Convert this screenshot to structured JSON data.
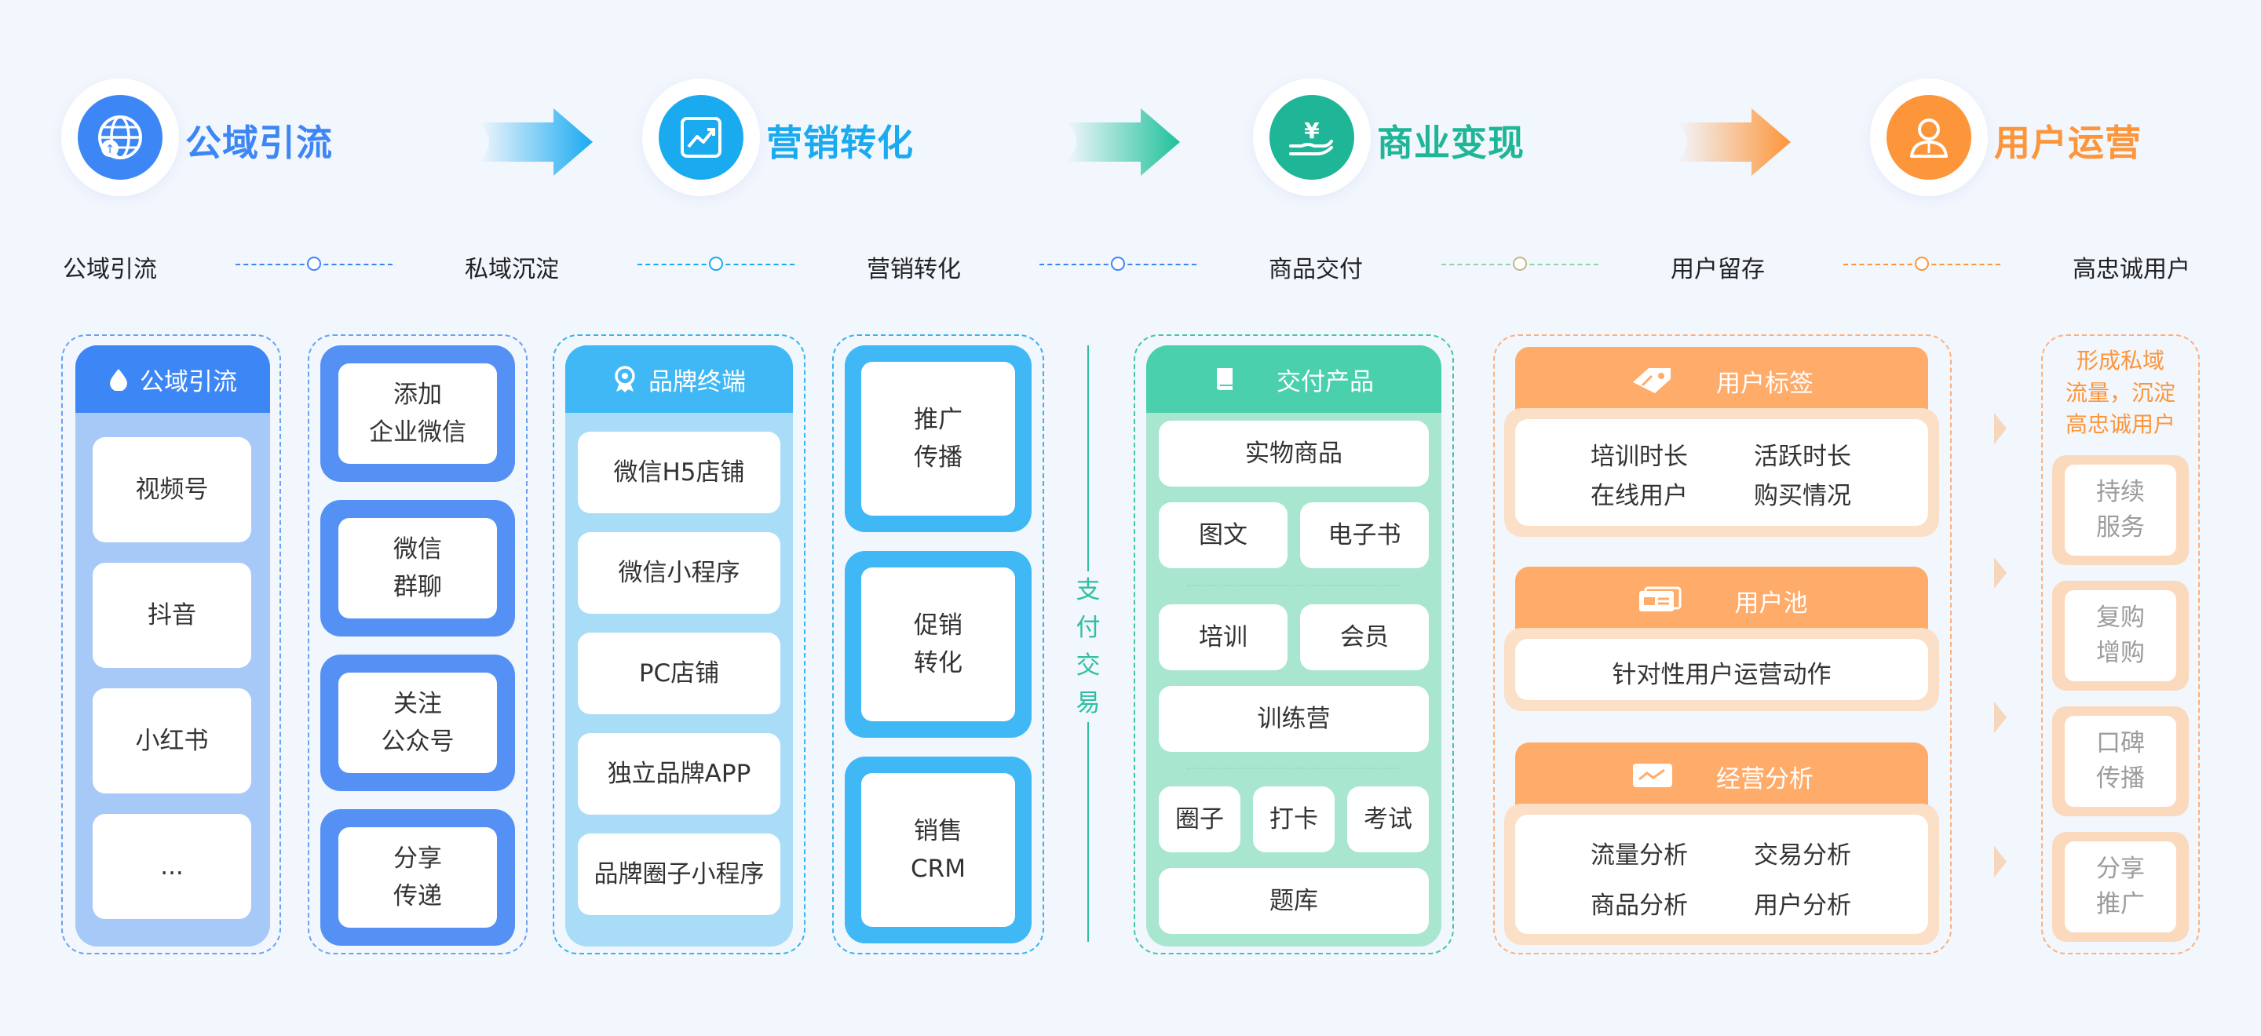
{
  "stages": [
    {
      "label": "公域引流",
      "icon": "globe-icon",
      "color": "#3d86f5"
    },
    {
      "label": "营销转化",
      "icon": "chart-trend-icon",
      "color": "#1aaaf0"
    },
    {
      "label": "商业变现",
      "icon": "money-hand-icon",
      "color": "#1fb597"
    },
    {
      "label": "用户运营",
      "icon": "user-icon",
      "color": "#fd953a"
    }
  ],
  "flow": [
    "公域引流",
    "私域沉淀",
    "营销转化",
    "商品交付",
    "用户留存",
    "高忠诚用户"
  ],
  "col1": {
    "title": "公域引流",
    "items": [
      "视频号",
      "抖音",
      "小红书",
      "..."
    ]
  },
  "col2": {
    "items": [
      "添加\n企业微信",
      "微信\n群聊",
      "关注\n公众号",
      "分享\n传递"
    ]
  },
  "col3": {
    "title": "品牌终端",
    "items": [
      "微信H5店铺",
      "微信小程序",
      "PC店铺",
      "独立品牌APP",
      "品牌圈子小程序"
    ]
  },
  "col4": {
    "items": [
      "推广\n传播",
      "促销\n转化",
      "销售\nCRM"
    ]
  },
  "payment": {
    "label": "支\n付\n交\n易"
  },
  "delivery": {
    "title": "交付产品",
    "items": {
      "physical": "实物商品",
      "graphic": "图文",
      "ebook": "电子书",
      "training": "培训",
      "member": "会员",
      "camp": "训练营",
      "circle": "圈子",
      "checkin": "打卡",
      "exam": "考试",
      "bank": "题库"
    }
  },
  "users": {
    "tags": {
      "title": "用户标签",
      "items": [
        "培训时长",
        "活跃时长",
        "在线用户",
        "购买情况"
      ]
    },
    "pool": {
      "title": "用户池",
      "text": "针对性用户运营动作"
    },
    "analysis": {
      "title": "经营分析",
      "items": [
        "流量分析",
        "交易分析",
        "商品分析",
        "用户分析"
      ]
    }
  },
  "loyal": {
    "heading": "形成私域\n流量，沉淀\n高忠诚用户",
    "items": [
      "持续\n服务",
      "复购\n增购",
      "口碑\n传播",
      "分享\n推广"
    ]
  }
}
